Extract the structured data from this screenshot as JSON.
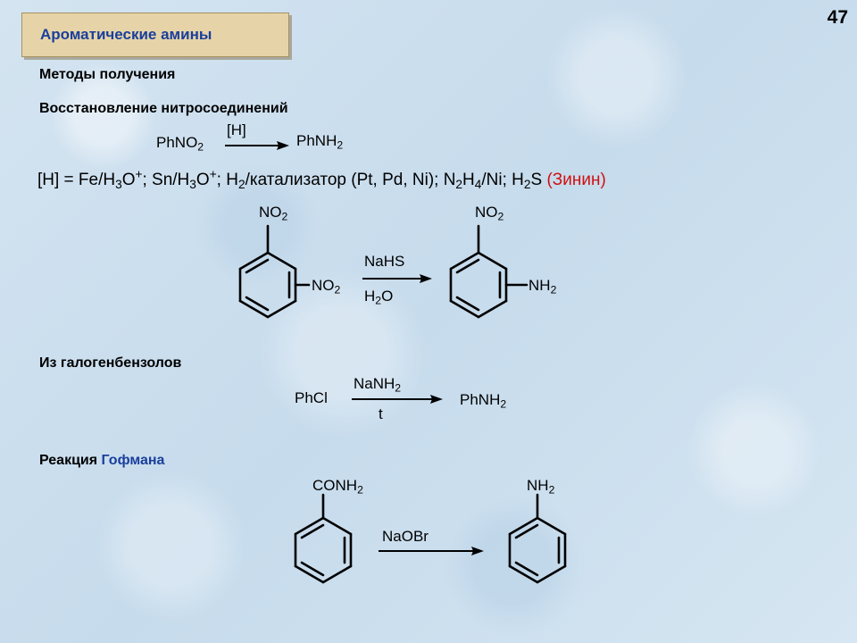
{
  "title": "Ароматические амины",
  "page_number": "47",
  "section_methods": "Методы получения",
  "section_reduction": "Восстановление нитросоединений",
  "reaction1": {
    "reagent": "[H]",
    "reactant": {
      "main": "PhNO",
      "sub": "2"
    },
    "product": {
      "main": "PhNH",
      "sub": "2"
    }
  },
  "reagents_line": {
    "h": "[H]",
    "eq": " = Fe/H",
    "sub1": "3",
    "o1": "O",
    "sup1": "+",
    "sn": "; Sn/H",
    "sub2": "3",
    "o2": "O",
    "sup2": "+",
    "h2": "; H",
    "sub3": "2",
    "kat": "/катализатор (Pt, Pd, Ni); N",
    "sub4": "2",
    "hh": "H",
    "sub5": "4",
    "ni": "/Ni; H",
    "sub6": "2",
    "s": "S ",
    "zinin": "(Зинин)"
  },
  "zinin_reaction": {
    "reactant_top": {
      "main": "NO",
      "sub": "2"
    },
    "reactant_side": {
      "main": "NO",
      "sub": "2"
    },
    "reagent_above": "NaHS",
    "reagent_below": {
      "main": "H",
      "sub": "2",
      "tail": "O"
    },
    "product_top": {
      "main": "NO",
      "sub": "2"
    },
    "product_side": {
      "main": "NH",
      "sub": "2"
    }
  },
  "section_halo": "Из галогенбензолов",
  "halo_reaction": {
    "reactant": "PhCl",
    "reagent_above": {
      "main": "NaNH",
      "sub": "2"
    },
    "reagent_below": "t",
    "product": {
      "main": "PhNH",
      "sub": "2"
    }
  },
  "section_hofmann": {
    "prefix": "Реакция ",
    "name": "Гофмана"
  },
  "hofmann_reaction": {
    "reactant_group": {
      "main": "CONH",
      "sub": "2"
    },
    "reagent": "NaOBr",
    "product_group": {
      "main": "NH",
      "sub": "2"
    }
  },
  "colors": {
    "title_bg": "#e6d4a8",
    "title_text": "#1a3f9c",
    "accent_red": "#d01010",
    "background": "#cfe0ee"
  }
}
